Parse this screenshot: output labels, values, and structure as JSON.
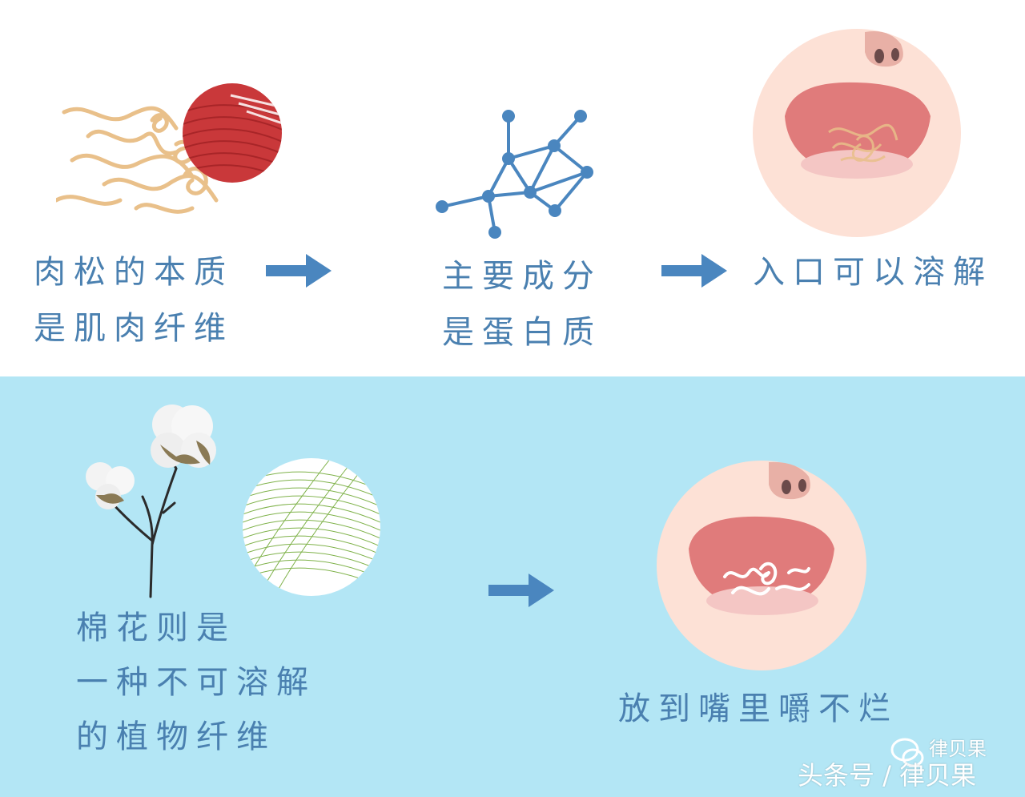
{
  "colors": {
    "bottom_background": "#b3e6f5",
    "caption_text": "#4a80b0",
    "arrow": "#4a86bf",
    "network": "#4a86bf",
    "skin": "#fde1d6",
    "mouth": "#e07b7b",
    "fiber": "#e9c08a",
    "meat": "#c9383a"
  },
  "top": {
    "caption_meat": [
      "肉松的本质",
      "是肌肉纤维"
    ],
    "caption_protein": [
      "主要成分",
      "是蛋白质"
    ],
    "caption_dissolve": "入口可以溶解"
  },
  "bottom": {
    "caption_cotton": [
      "棉花则是",
      "一种不可溶解",
      "的植物纤维"
    ],
    "caption_chew": "放到嘴里嚼不烂"
  },
  "watermark": {
    "brand_small": "律贝果",
    "source": "头条号 / 律贝果"
  },
  "icons": {
    "arrows": "arrow-right-icon",
    "network": "molecule-network-icon",
    "wechat": "wechat-icon"
  }
}
